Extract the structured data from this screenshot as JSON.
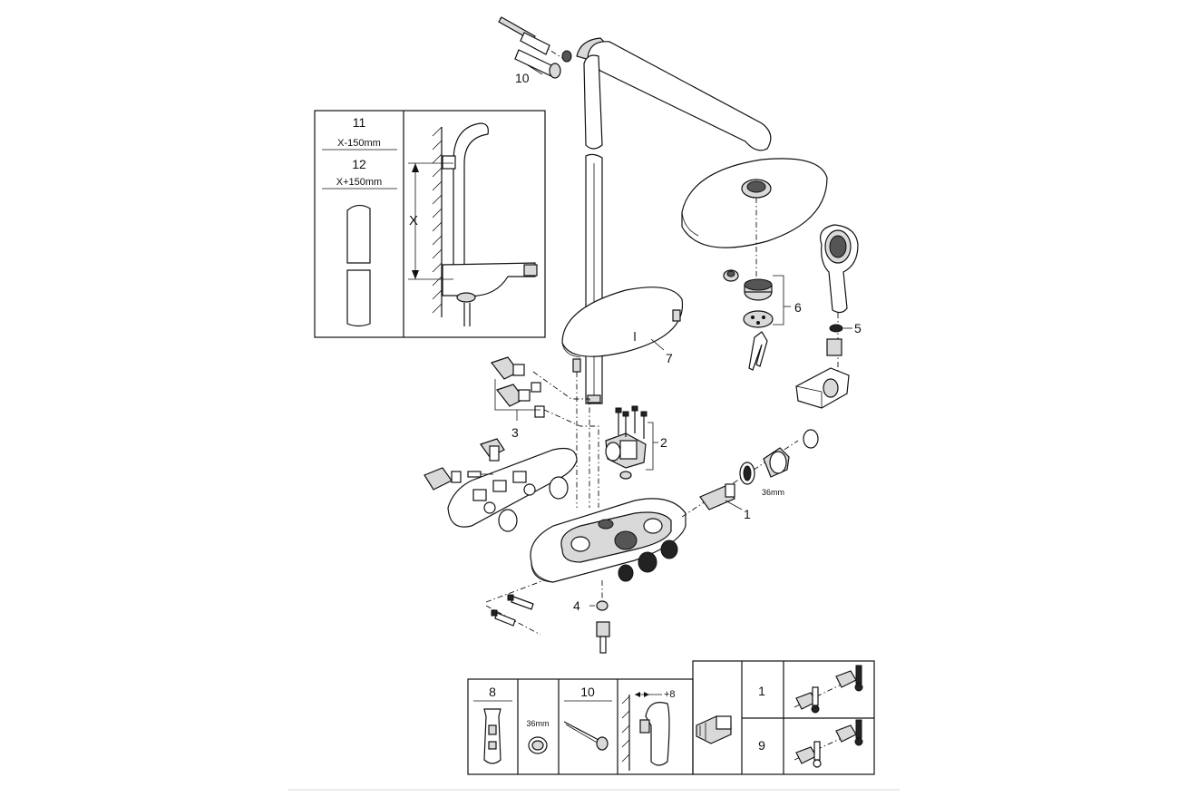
{
  "callouts": {
    "c1": "1",
    "c2": "2",
    "c3": "3",
    "c4": "4",
    "c5": "5",
    "c6": "6",
    "c7": "7",
    "c10": "10"
  },
  "dimension": {
    "wrench_size": "36mm"
  },
  "inset_height": {
    "n11": "11",
    "x_minus": "X-150mm",
    "n12": "12",
    "x_plus": "X+150mm",
    "x_label": "X"
  },
  "bottom_table": {
    "tool_number": "8",
    "ring_size": "36mm",
    "screw_number": "10",
    "offset": "+8",
    "row1": "1",
    "row2": "9"
  },
  "colors": {
    "line": "#111111",
    "fill_light": "#d9d9d9",
    "fill_dark": "#555555"
  }
}
